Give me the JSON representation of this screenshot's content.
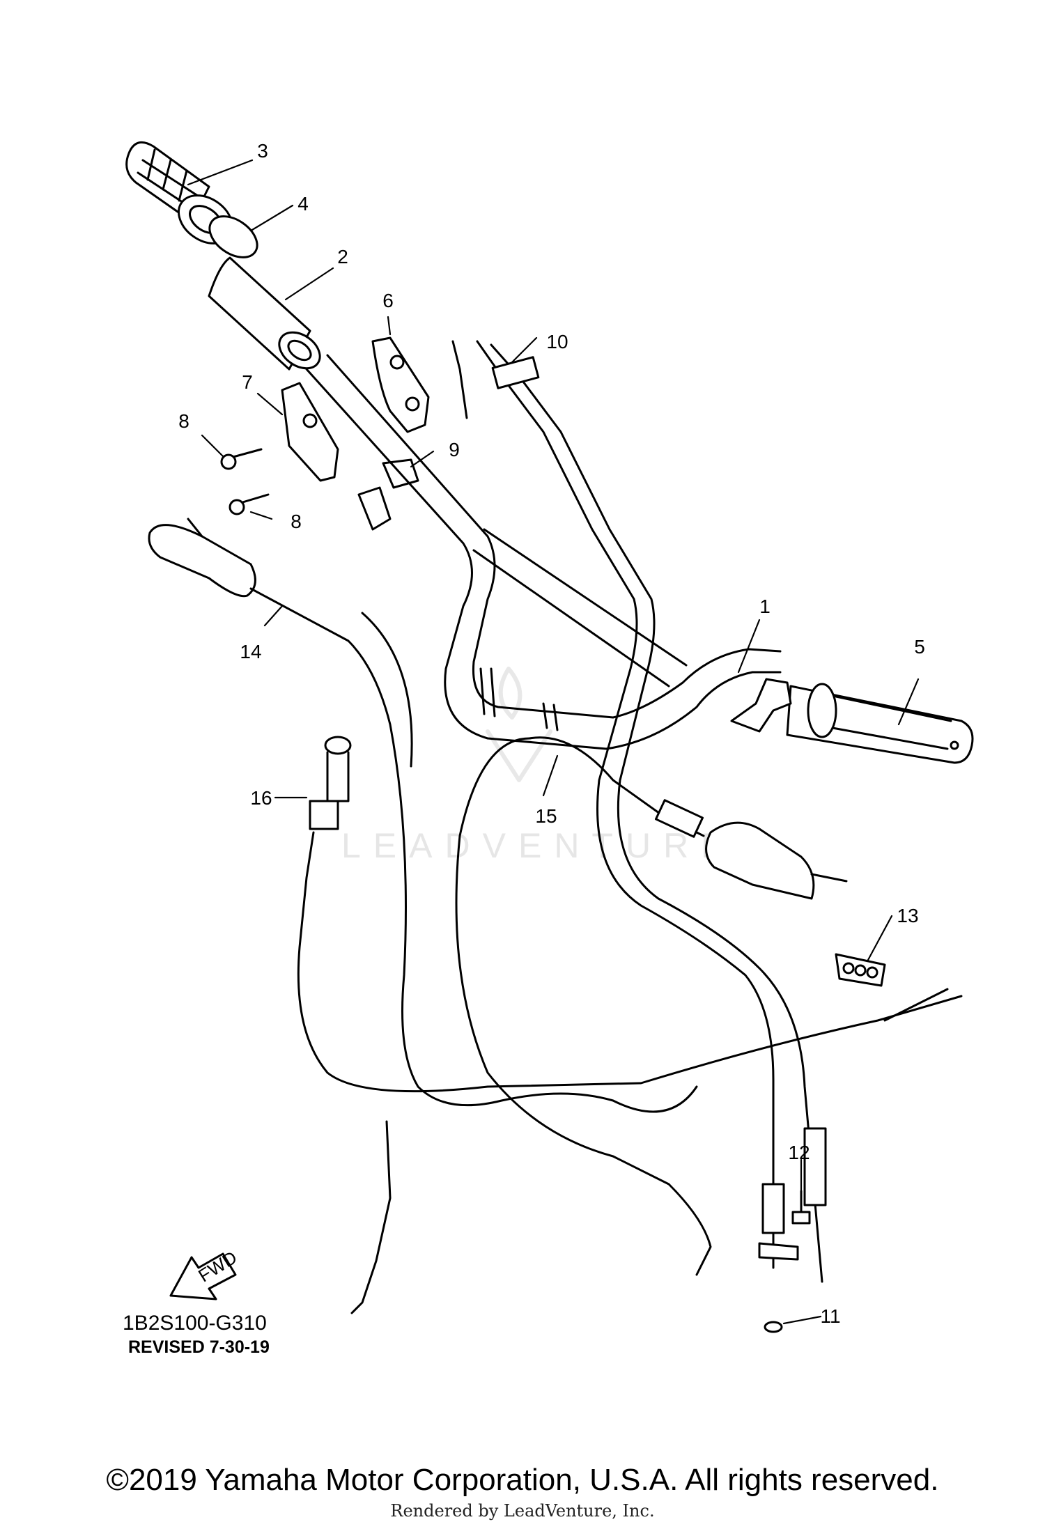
{
  "diagram": {
    "part_callouts": [
      {
        "id": "p3",
        "label": "3"
      },
      {
        "id": "p4",
        "label": "4"
      },
      {
        "id": "p2",
        "label": "2"
      },
      {
        "id": "p6",
        "label": "6"
      },
      {
        "id": "p10",
        "label": "10"
      },
      {
        "id": "p7",
        "label": "7"
      },
      {
        "id": "p8a",
        "label": "8"
      },
      {
        "id": "p9",
        "label": "9"
      },
      {
        "id": "p8b",
        "label": "8"
      },
      {
        "id": "p1",
        "label": "1"
      },
      {
        "id": "p5",
        "label": "5"
      },
      {
        "id": "p14",
        "label": "14"
      },
      {
        "id": "p16",
        "label": "16"
      },
      {
        "id": "p15",
        "label": "15"
      },
      {
        "id": "p13",
        "label": "13"
      },
      {
        "id": "p12",
        "label": "12"
      },
      {
        "id": "p11",
        "label": "11"
      }
    ],
    "fwd_arrow": "FWD",
    "diagram_code": "1B2S100-G310",
    "revised": "REVISED 7-30-19",
    "copyright": "©2019 Yamaha Motor Corporation, U.S.A. All rights reserved.",
    "rendered_by": "Rendered by LeadVenture, Inc.",
    "watermark": "LEADVENTURE"
  }
}
